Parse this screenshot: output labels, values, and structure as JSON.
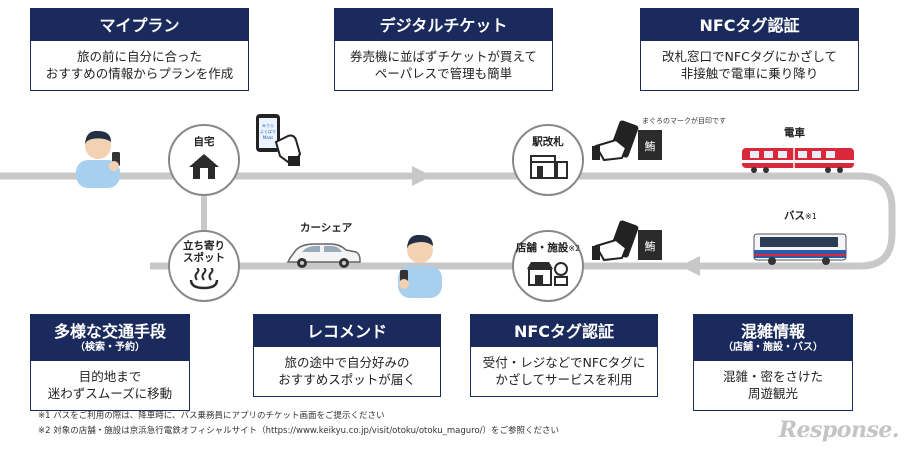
{
  "cards": {
    "my_plan": {
      "title": "マイプラン",
      "lines": [
        "旅の前に自分に合った",
        "おすすめの情報からプランを作成"
      ]
    },
    "digital_ticket": {
      "title": "デジタルチケット",
      "lines": [
        "券売機に並ばずチケットが買えて",
        "ペーパレスで管理も簡単"
      ]
    },
    "nfc_gate": {
      "title": "NFCタグ認証",
      "lines": [
        "改札窓口でNFCタグにかざして",
        "非接触で電車に乗り降り"
      ]
    },
    "multi_transport": {
      "title": "多様な交通手段",
      "subtitle": "（検索・予約）",
      "lines": [
        "目的地まで",
        "迷わずスムーズに移動"
      ]
    },
    "recommend": {
      "title": "レコメンド",
      "lines": [
        "旅の途中で自分好みの",
        "おすすめスポットが届く"
      ]
    },
    "nfc_shop": {
      "title": "NFCタグ認証",
      "lines": [
        "受付・レジなどでNFCタグに",
        "かざしてサービスを利用"
      ]
    },
    "congestion": {
      "title": "混雑情報",
      "subtitle": "（店舗・施設・バス）",
      "lines": [
        "混雑・密をさけた",
        "周遊観光"
      ]
    }
  },
  "stops": {
    "home": {
      "label": "自宅"
    },
    "station_gate": {
      "label": "駅改札"
    },
    "stopover": {
      "label_1": "立ち寄り",
      "label_2": "スポット"
    },
    "shop": {
      "label": "店舗・施設",
      "note": "※2"
    }
  },
  "labels": {
    "train": "電車",
    "bus": "バス",
    "bus_note": "※1",
    "carshare": "カーシェア",
    "maguro_mark": "まぐろのマークが目印です",
    "phone_screen": "みうら よくばり Maas"
  },
  "footnotes": [
    "※1 バスをご利用の際は、降車時に、バス乗務員にアプリのチケット画面をご提示ください",
    "※2 対象の店舗・施設は京浜急行電鉄オフィシャルサイト（https://www.keikyu.co.jp/visit/otoku/otoku_maguro/）をご参照ください"
  ],
  "brand": "Response.",
  "colors": {
    "navy": "#1a2a5c",
    "route": "#c8c8c8",
    "train_red": "#d8283a",
    "bus_blue": "#2a5caa"
  }
}
